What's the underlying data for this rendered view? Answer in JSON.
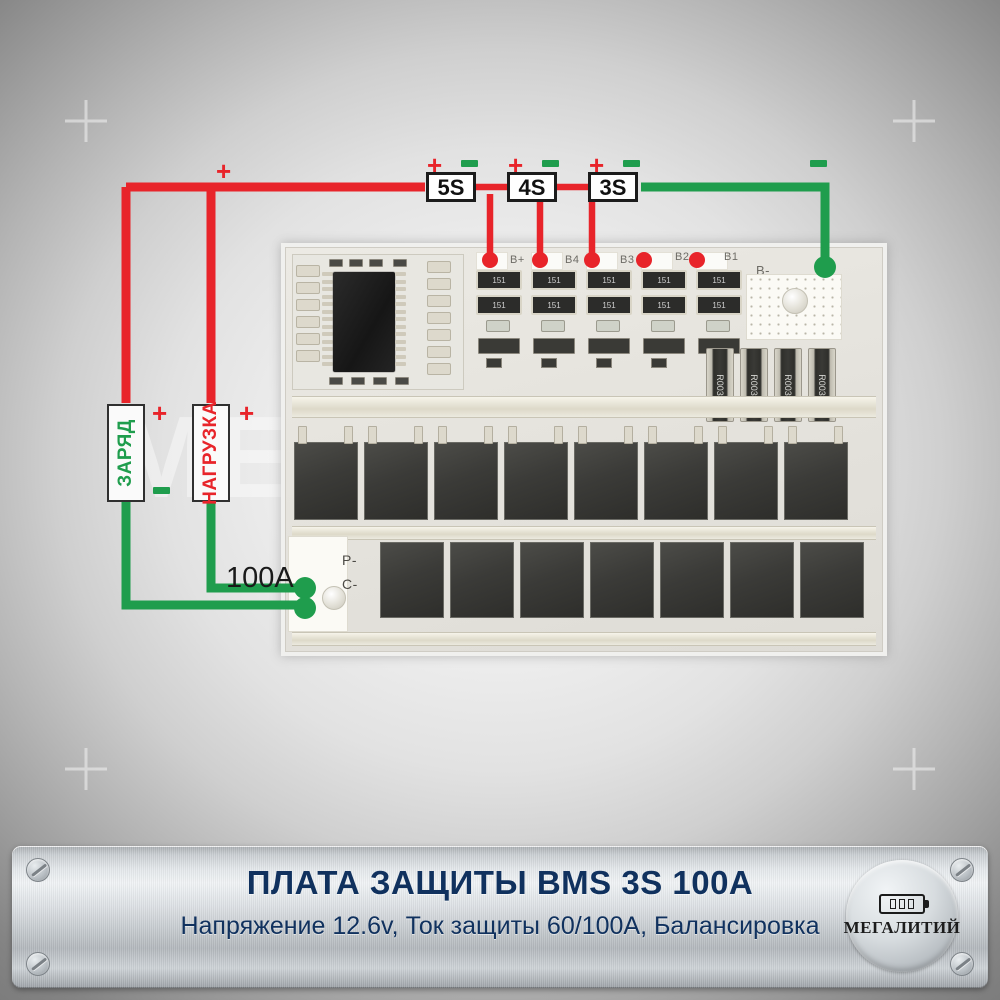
{
  "background": {
    "watermark_text": "МЕГАЛИТИЙ",
    "accent_red": "#e8242a",
    "accent_green": "#1f9d4d",
    "title_blue": "#10315e"
  },
  "diagram": {
    "cells": [
      {
        "label": "5S",
        "plus": "+",
        "minus": "-"
      },
      {
        "label": "4S",
        "plus": "+",
        "minus": "-"
      },
      {
        "label": "3S",
        "plus": "+",
        "minus": "-"
      }
    ],
    "rail_plus": "+",
    "rail_minus": "-",
    "connectors": [
      {
        "name": "ЗАРЯД",
        "plus": "+",
        "minus": "-"
      },
      {
        "name": "НАГРУЗКА",
        "plus": "+"
      }
    ],
    "current_label": "100A",
    "pcb_silkscreen": {
      "balance_pads": [
        "B+",
        "B4",
        "B3",
        "B2",
        "B1"
      ],
      "negative_pad": "B-",
      "output_pads": [
        "P-",
        "C-"
      ],
      "balance_resistors": [
        "151",
        "151",
        "151",
        "151",
        "151",
        "151",
        "151",
        "151",
        "151",
        "151"
      ],
      "shunt_resistors": [
        "R003",
        "R003",
        "R003",
        "R003"
      ]
    }
  },
  "banner": {
    "title": "ПЛАТА ЗАЩИТЫ BMS 3S 100A",
    "subtitle": "Напряжение 12.6v, Ток защиты 60/100A, Балансировка",
    "logo": {
      "brand": "МЕГАЛИТИЙ",
      "icon": "battery-icon"
    }
  }
}
